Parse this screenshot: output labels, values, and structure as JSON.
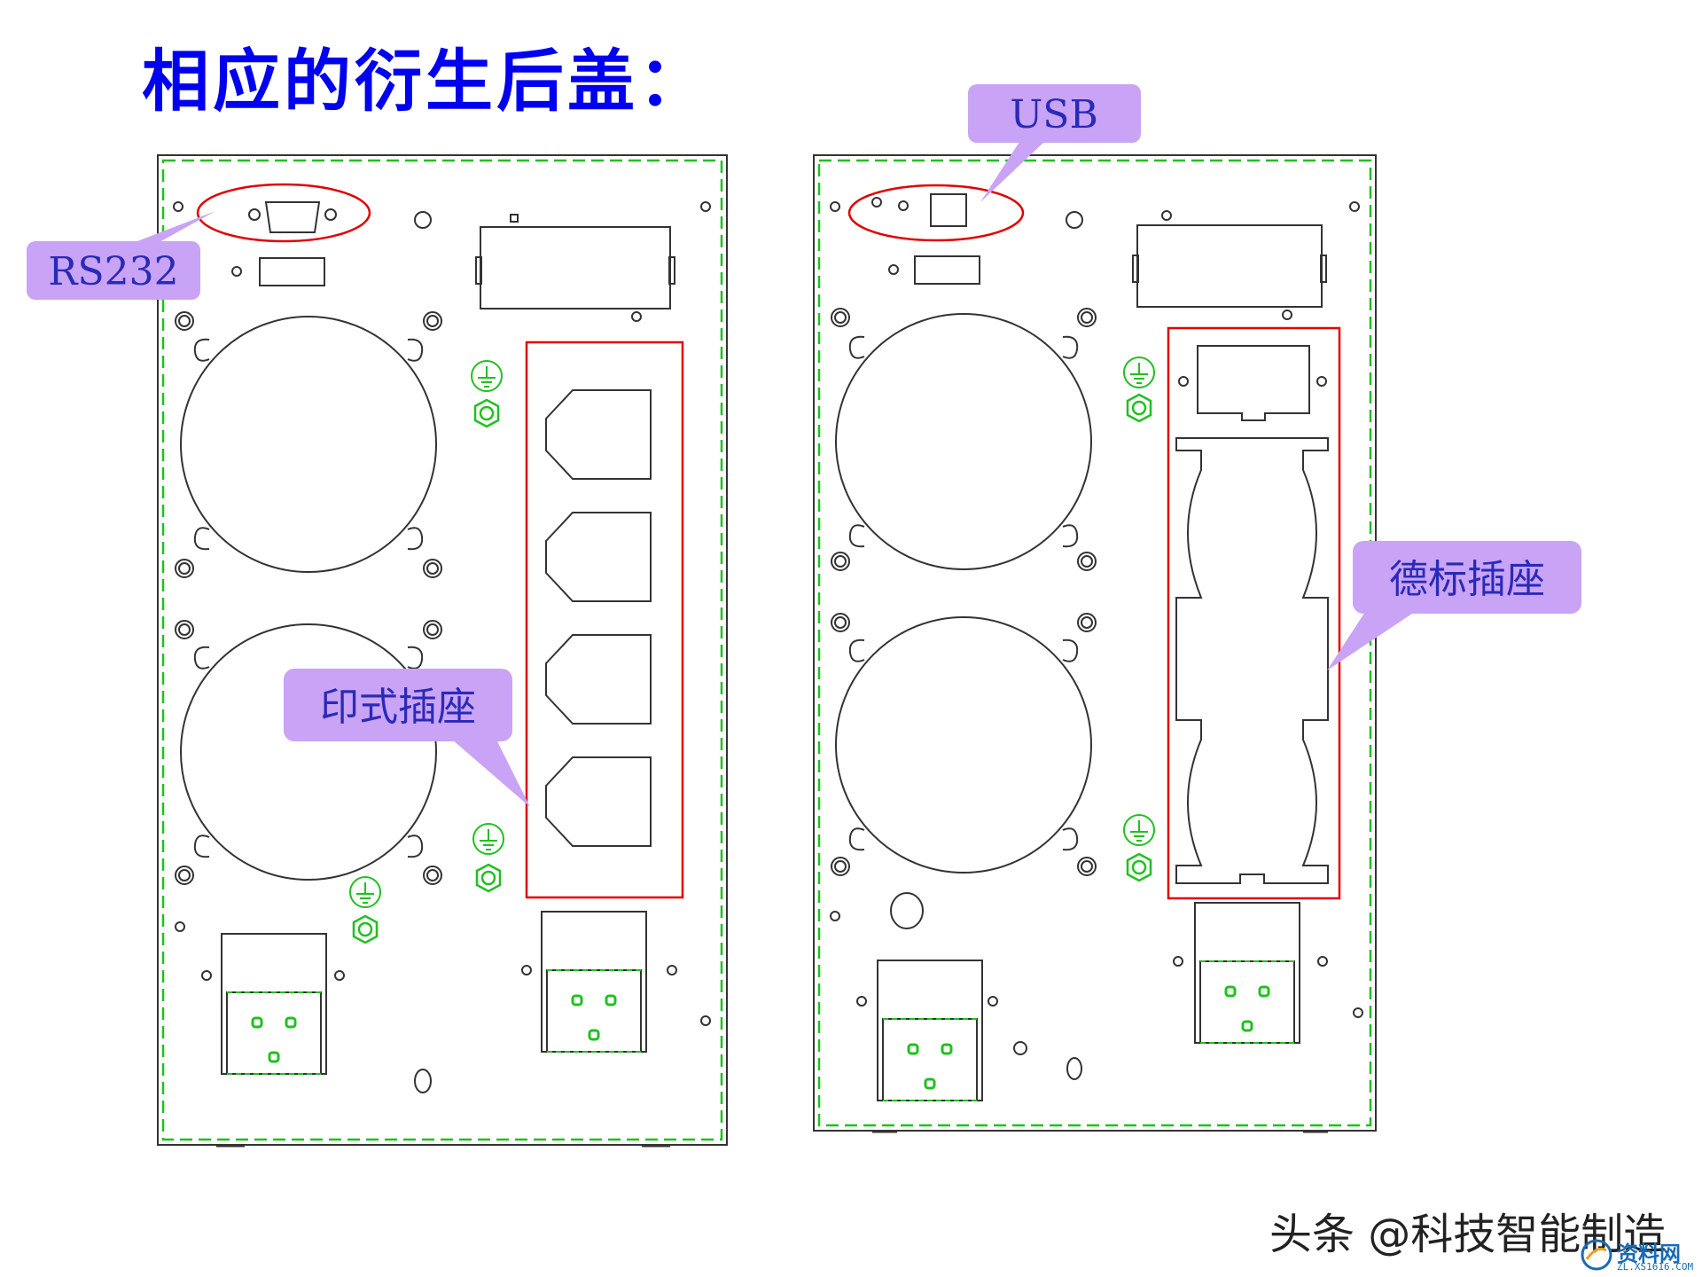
{
  "title": "相应的衍生后盖：",
  "labels": {
    "rs232": "RS232",
    "usb": "USB",
    "print_socket": "印式插座",
    "german_socket": "德标插座"
  },
  "watermark": {
    "text": "头条 @科技智能制造",
    "logo_text": "资料网",
    "logo_sub": "ZL.XS1616.COM"
  },
  "colors": {
    "title": "#0000f0",
    "callout_fill": "#c9a3f5",
    "callout_text": "#2a2ab8",
    "highlight": "#e00000",
    "ground": "#20c020",
    "outline": "#333333"
  }
}
